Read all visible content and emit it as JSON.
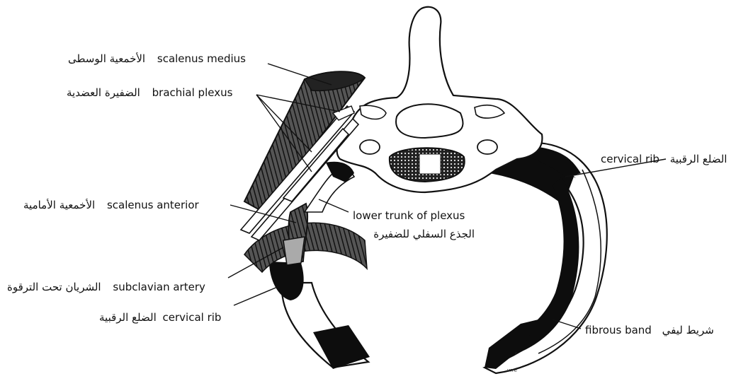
{
  "figure": {
    "labels": {
      "scalenus_medius": {
        "en": "scalenus medius",
        "ar": "الأخمعية الوسطى"
      },
      "brachial_plexus": {
        "en": "brachial plexus",
        "ar": "الضفيرة العضدية"
      },
      "scalenus_anterior": {
        "en": "scalenus anterior",
        "ar": "الأخمعية الأمامية"
      },
      "lower_trunk": {
        "en": "lower trunk of plexus",
        "ar": "الجذع السفلي للضفيرة"
      },
      "subclavian_artery": {
        "en": "subclavian artery",
        "ar": "الشريان تحت الترقوة"
      },
      "cervical_rib_left": {
        "en": "cervical rib",
        "ar": "الضلع الرقبية"
      },
      "cervical_rib_right": {
        "en": "cervical rib",
        "ar": "الضلع الرقبية"
      },
      "fibrous_band": {
        "en": "fibrous band",
        "ar": "شريط ليفي"
      }
    },
    "artist_signature": "vrre",
    "colors": {
      "ink": "#111111",
      "bone": "#ffffff",
      "dark": "#0d0d0d",
      "muscle": "#3a3a3a"
    }
  }
}
